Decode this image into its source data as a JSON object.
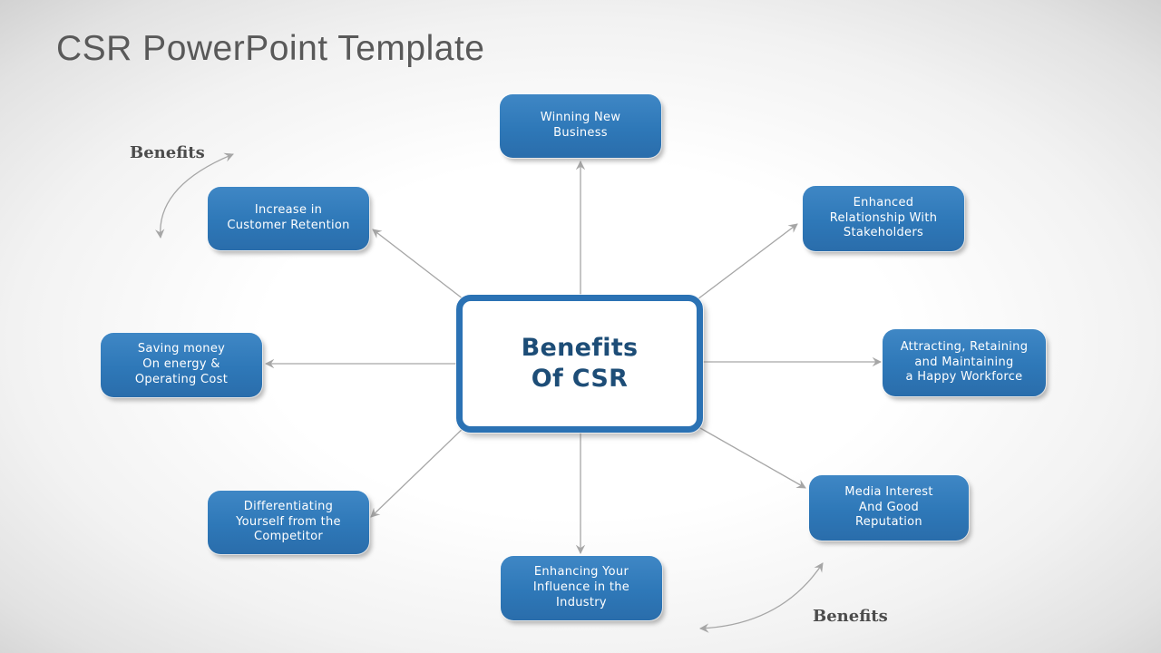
{
  "slide": {
    "title": "CSR PowerPoint Template"
  },
  "center": {
    "line1": "Benefits",
    "line2": "Of CSR"
  },
  "nodes": [
    {
      "id": "winning-new-business",
      "text": "Winning New\nBusiness"
    },
    {
      "id": "increase-customer-retention",
      "text": "Increase in\nCustomer Retention"
    },
    {
      "id": "enhanced-relationship-stakeholders",
      "text": "Enhanced\nRelationship With\nStakeholders"
    },
    {
      "id": "saving-money-operating-cost",
      "text": "Saving money\nOn energy &\nOperating Cost"
    },
    {
      "id": "attracting-happy-workforce",
      "text": "Attracting, Retaining\nand Maintaining\na Happy Workforce"
    },
    {
      "id": "differentiating-from-competitor",
      "text": "Differentiating\nYourself from the\nCompetitor"
    },
    {
      "id": "media-interest-reputation",
      "text": "Media Interest\nAnd Good\nReputation"
    },
    {
      "id": "enhancing-influence-industry",
      "text": "Enhancing Your\nInfluence in the\nIndustry"
    }
  ],
  "annotations": {
    "top_left": "Benefits",
    "bottom_right": "Benefits"
  },
  "colors": {
    "node_fill": "#2e78b8",
    "node_fill_light": "#3f87c5",
    "node_text": "#ffffff",
    "center_fill": "#ffffff",
    "center_border": "#2b72b4",
    "center_text": "#1d4d77",
    "connector": "#a6a6a6",
    "title_text": "#595959",
    "annotation_text": "#4c4c4c"
  }
}
